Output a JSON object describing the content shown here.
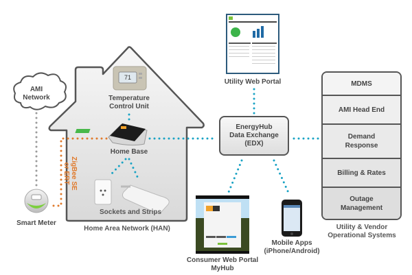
{
  "title": "EnergyHub system architecture",
  "colors": {
    "outline": "#555555",
    "teal_link": "#1aa3c4",
    "orange_link": "#e07a2c",
    "gray_link": "#9a9a9a",
    "house_fill": "#eeeeee"
  },
  "nodes": {
    "ami_network": "AMI\nNetwork",
    "ami_network_lines": [
      "AMI",
      "Network"
    ],
    "temperature_control_unit_lines": [
      "Temperature",
      "Control Unit"
    ],
    "home_base": "Home Base",
    "sockets_and_strips": "Sockets and Strips",
    "home_area_network": "Home Area Network (HAN)",
    "smart_meter": "Smart Meter",
    "zigbee_label_lines": [
      "ZigBee SE",
      "or ERT"
    ],
    "utility_web_portal": "Utility Web Portal",
    "edx_lines": [
      "EnergyHub",
      "Data Exchange",
      "(EDX)"
    ],
    "consumer_portal_lines": [
      "Consumer Web Portal",
      "MyHub"
    ],
    "mobile_apps_lines": [
      "Mobile Apps",
      "(iPhone/Android)"
    ],
    "thermostat_display": "71"
  },
  "operational_systems": {
    "caption_lines": [
      "Utility & Vendor",
      "Operational Systems"
    ],
    "rows": [
      {
        "lines": [
          "MDMS"
        ]
      },
      {
        "lines": [
          "AMI Head End"
        ]
      },
      {
        "lines": [
          "Demand",
          "Response"
        ]
      },
      {
        "lines": [
          "Billing & Rates"
        ]
      },
      {
        "lines": [
          "Outage",
          "Management"
        ]
      }
    ]
  }
}
